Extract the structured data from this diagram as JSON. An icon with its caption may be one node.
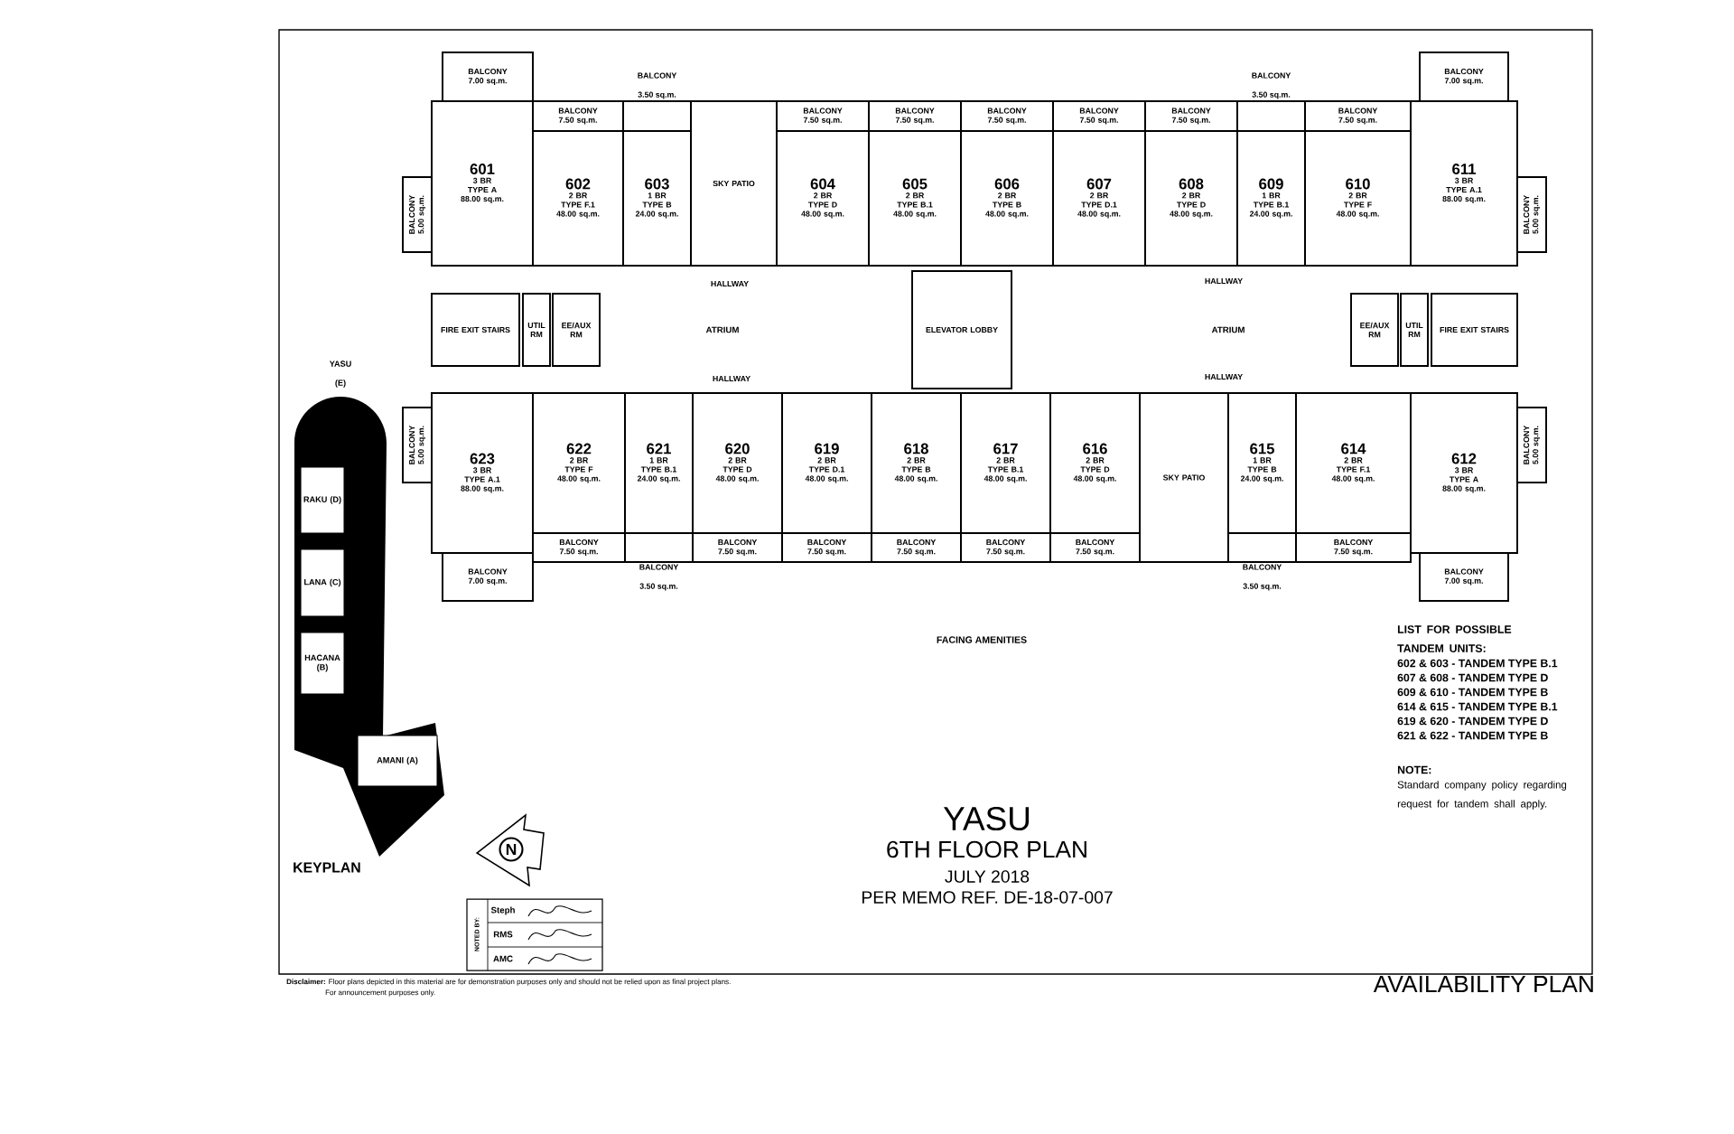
{
  "diagram": {
    "title": "YASU",
    "nodes": [
      {
        "text": [
          "BALCONY",
          "7.00 sq.m."
        ]
      },
      {
        "text": [
          "BALCONY",
          "5.00 sq.m."
        ]
      },
      {
        "text": [
          "601",
          "3 BR",
          "TYPE A",
          "88.00 sq.m."
        ]
      },
      {
        "text": [
          "BALCONY",
          "7.50 sq.m."
        ]
      },
      {
        "text": [
          "602",
          "2 BR",
          "TYPE F.1",
          "48.00 sq.m."
        ]
      },
      {
        "text": [
          "BALCONY",
          "3.50 sq.m."
        ]
      },
      {
        "text": [
          "603",
          "1 BR",
          "TYPE B",
          "24.00 sq.m."
        ]
      },
      {
        "text": [
          "SKY PATIO"
        ]
      },
      {
        "text": [
          "BALCONY",
          "7.50 sq.m."
        ]
      },
      {
        "text": [
          "604",
          "2 BR",
          "TYPE D",
          "48.00 sq.m."
        ]
      },
      {
        "text": [
          "BALCONY",
          "7.50 sq.m."
        ]
      },
      {
        "text": [
          "605",
          "2 BR",
          "TYPE B.1",
          "48.00 sq.m."
        ]
      },
      {
        "text": [
          "BALCONY",
          "7.50 sq.m."
        ]
      },
      {
        "text": [
          "606",
          "2 BR",
          "TYPE B",
          "48.00 sq.m."
        ]
      },
      {
        "text": [
          "BALCONY",
          "7.50 sq.m."
        ]
      },
      {
        "text": [
          "607",
          "2 BR",
          "TYPE D.1",
          "48.00 sq.m."
        ]
      },
      {
        "text": [
          "BALCONY",
          "7.50 sq.m."
        ]
      },
      {
        "text": [
          "608",
          "2 BR",
          "TYPE D",
          "48.00 sq.m."
        ]
      },
      {
        "text": [
          "BALCONY",
          "3.50 sq.m."
        ]
      },
      {
        "text": [
          "609",
          "1 BR",
          "TYPE B.1",
          "24.00 sq.m."
        ]
      },
      {
        "text": [
          "BALCONY",
          "7.50 sq.m."
        ]
      },
      {
        "text": [
          "610",
          "2 BR",
          "TYPE F",
          "48.00 sq.m."
        ]
      },
      {
        "text": [
          "BALCONY",
          "7.00 sq.m."
        ]
      },
      {
        "text": [
          "611",
          "3 BR",
          "TYPE A.1",
          "88.00 sq.m."
        ]
      },
      {
        "text": [
          "BALCONY",
          "5.00 sq.m."
        ]
      },
      {
        "text": [
          "FIRE EXIT STAIRS"
        ]
      },
      {
        "text": [
          "UTIL RM"
        ]
      },
      {
        "text": [
          "EE/AUX RM"
        ]
      },
      {
        "text": [
          "ELEVATOR LOBBY"
        ]
      },
      {
        "text": [
          "EE/AUX RM"
        ]
      },
      {
        "text": [
          "UTIL RM"
        ]
      },
      {
        "text": [
          "FIRE EXIT STAIRS"
        ]
      },
      {
        "text": [
          "BALCONY",
          "5.00 sq.m."
        ]
      },
      {
        "text": [
          "623",
          "3 BR",
          "TYPE A.1",
          "88.00 sq.m."
        ]
      },
      {
        "text": [
          "BALCONY",
          "7.00 sq.m."
        ]
      },
      {
        "text": [
          "622",
          "2 BR",
          "TYPE F",
          "48.00 sq.m."
        ]
      },
      {
        "text": [
          "BALCONY",
          "7.50 sq.m."
        ]
      },
      {
        "text": [
          "621",
          "1 BR",
          "TYPE B.1",
          "24.00 sq.m."
        ]
      },
      {
        "text": [
          "BALCONY",
          "3.50 sq.m."
        ]
      },
      {
        "text": [
          "620",
          "2 BR",
          "TYPE D",
          "48.00 sq.m."
        ]
      },
      {
        "text": [
          "BALCONY",
          "7.50 sq.m."
        ]
      },
      {
        "text": [
          "619",
          "2 BR",
          "TYPE D.1",
          "48.00 sq.m."
        ]
      },
      {
        "text": [
          "BALCONY",
          "7.50 sq.m."
        ]
      },
      {
        "text": [
          "618",
          "2 BR",
          "TYPE B",
          "48.00 sq.m."
        ]
      },
      {
        "text": [
          "BALCONY",
          "7.50 sq.m."
        ]
      },
      {
        "text": [
          "617",
          "2 BR",
          "TYPE B.1",
          "48.00 sq.m."
        ]
      },
      {
        "text": [
          "BALCONY",
          "7.50 sq.m."
        ]
      },
      {
        "text": [
          "616",
          "2 BR",
          "TYPE D",
          "48.00 sq.m."
        ]
      },
      {
        "text": [
          "BALCONY",
          "7.50 sq.m."
        ]
      },
      {
        "text": [
          "SKY PATIO"
        ]
      },
      {
        "text": [
          "615",
          "1 BR",
          "TYPE B",
          "24.00 sq.m."
        ]
      },
      {
        "text": [
          "BALCONY",
          "3.50 sq.m."
        ]
      },
      {
        "text": [
          "614",
          "2 BR",
          "TYPE F.1",
          "48.00 sq.m."
        ]
      },
      {
        "text": [
          "BALCONY",
          "7.50 sq.m."
        ]
      },
      {
        "text": [
          "612",
          "3 BR",
          "TYPE A",
          "88.00 sq.m."
        ]
      },
      {
        "text": [
          "BALCONY",
          "5.00 sq.m."
        ]
      },
      {
        "text": [
          "BALCONY",
          "7.00 sq.m."
        ]
      },
      {
        "text": [],
        "shape": "picture"
      },
      {
        "text": [
          "RAKU (D)"
        ],
        "in": 57
      },
      {
        "text": [
          "LANA (C)"
        ],
        "in": 57
      },
      {
        "text": [
          "HACANA (B)"
        ],
        "in": 57
      },
      {
        "text": [
          "AMANI (A)"
        ],
        "in": 57
      }
    ],
    "labels": [
      "HALLWAY",
      "HALLWAY",
      "ATRIUM",
      "ATRIUM",
      "HALLWAY",
      "HALLWAY",
      "YASU (E)",
      "FACING AMENITIES",
      "KEYPLAN",
      "N",
      "6TH FLOOR PLAN",
      "JULY 2018",
      "PER MEMO REF. DE-18-07-007",
      "LIST FOR POSSIBLE TANDEM UNITS:",
      "602 & 603 - TANDEM TYPE B.1",
      "607 & 608 - TANDEM TYPE D",
      "609 & 610 - TANDEM TYPE B",
      "614 & 615 - TANDEM TYPE B.1",
      "619 & 620 - TANDEM TYPE D",
      "621 & 622 - TANDEM TYPE B",
      "NOTE:",
      "Standard company policy regarding request for tandem shall apply.",
      "NOTED BY:",
      "Steph",
      "RMS",
      "AMC",
      "**Disclaimer:** Floor plans depicted in this material are for demonstration purposes only and should not be relied upon as final project plans.",
      "For announcement purposes only.",
      "AVAILABILITY PLAN"
    ]
  }
}
